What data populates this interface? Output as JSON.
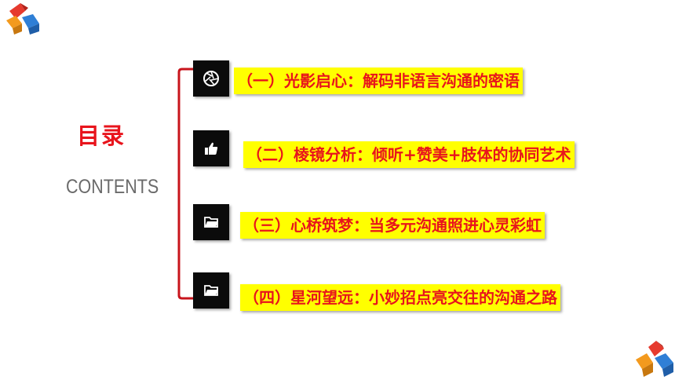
{
  "toc": {
    "title": "目录",
    "subtitle": "CONTENTS",
    "items": [
      {
        "label": "（一）光影启心：解码非语言沟通的密语",
        "icon": "aperture-icon"
      },
      {
        "label": "（二）棱镜分析：倾听+赞美+肢体的协同艺术",
        "icon": "thumbs-up-icon"
      },
      {
        "label": "（三）心桥筑梦：当多元沟通照进心灵彩虹",
        "icon": "folder-icon"
      },
      {
        "label": "（四）星河望远：小妙招点亮交往的沟通之路",
        "icon": "folder-icon"
      }
    ]
  },
  "colors": {
    "accent_red": "#e8141c",
    "highlight_yellow": "#ffff00",
    "icon_box": "#0b0b0b",
    "subtitle_gray": "#6a6a6a",
    "logo_red": "#e63a2e",
    "logo_orange": "#f39a1e",
    "logo_blue": "#2f7fd6"
  }
}
